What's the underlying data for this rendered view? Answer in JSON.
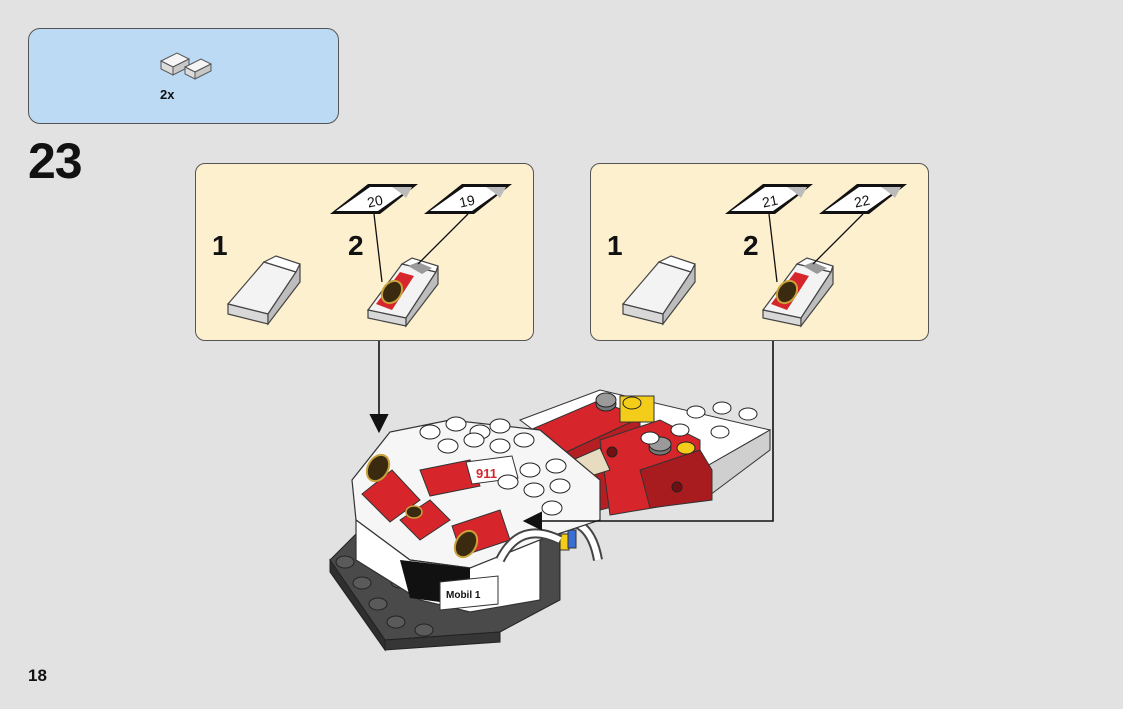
{
  "parts_callout": {
    "quantity": "2x",
    "part_icon": "slope-brick-icon"
  },
  "step": {
    "number": "23"
  },
  "subassemblies": [
    {
      "sub_steps": [
        "1",
        "2"
      ],
      "decal_labels": [
        "20",
        "19"
      ]
    },
    {
      "sub_steps": [
        "1",
        "2"
      ],
      "decal_labels": [
        "21",
        "22"
      ]
    }
  ],
  "model": {
    "badge_text": "911",
    "sponsor_text": "Mobil 1"
  },
  "page": {
    "number": "18"
  },
  "colors": {
    "background": "#e2e2e2",
    "parts_box": "#bcdaf3",
    "panel": "#fdf0cf",
    "red": "#d7262b",
    "yellow": "#f4cc1a"
  }
}
